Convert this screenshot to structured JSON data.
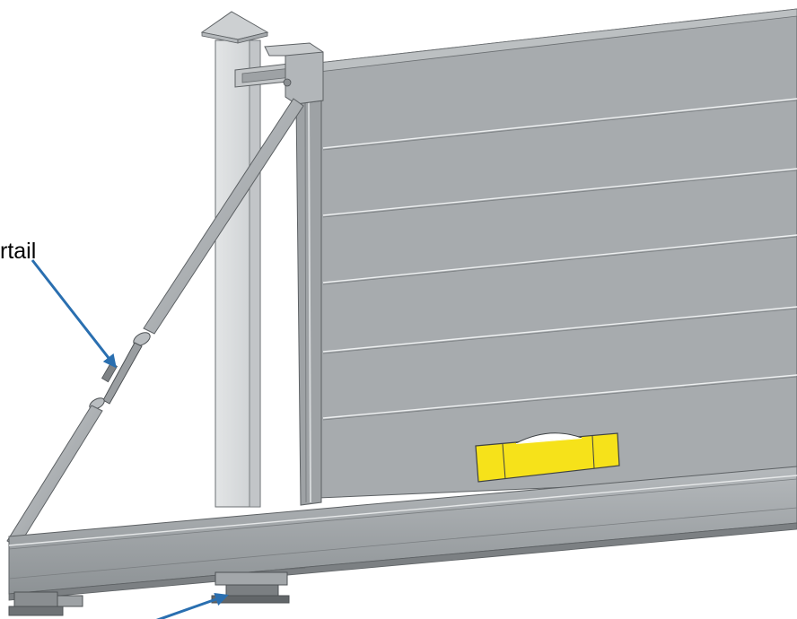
{
  "callouts": {
    "turnbuckle_label": "rtail"
  },
  "colors": {
    "arrow": "#2a6fb0",
    "panel": "#a7abae",
    "panel_dark": "#8e9396",
    "post": "#d4d7d9",
    "post_shadow": "#b9bdc0",
    "level_yellow": "#f6e21a",
    "outline": "#5d6164"
  },
  "parts": {
    "post_cap": "pyramid-cap",
    "level": "spirit-level",
    "brace": "diagonal-brace-with-turnbuckle",
    "rollers": "guide-rollers"
  }
}
